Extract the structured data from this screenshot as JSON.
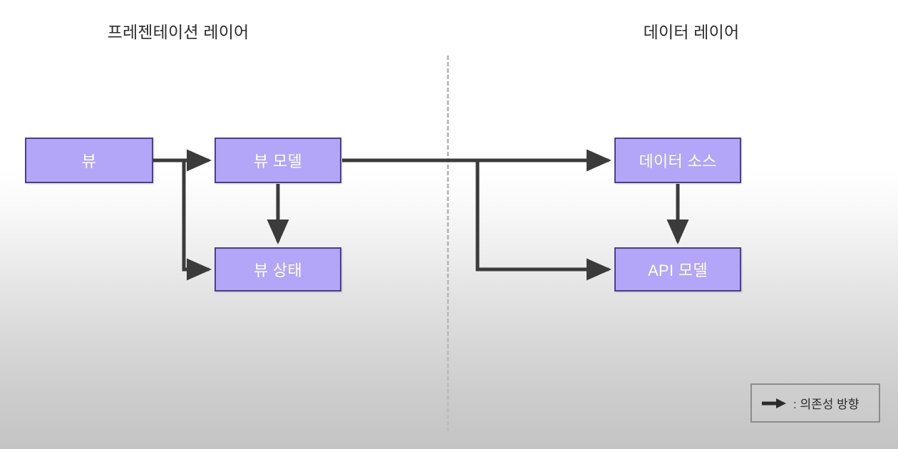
{
  "diagram": {
    "title_presentation": "프레젠테이션 레이어",
    "title_data": "데이터 레이어",
    "colors": {
      "node_fill": "#b3a6f8",
      "node_border": "#4b3f8f",
      "node_text": "#ffffff",
      "edge": "#3b3b3b",
      "divider": "#bdbdbd",
      "legend_border": "#8c8c8c",
      "title_text": "#2b2b2b"
    },
    "nodes": [
      {
        "id": "view",
        "label": "뷰",
        "layer": "presentation"
      },
      {
        "id": "viewmodel",
        "label": "뷰 모델",
        "layer": "presentation"
      },
      {
        "id": "viewstate",
        "label": "뷰 상태",
        "layer": "presentation"
      },
      {
        "id": "datasource",
        "label": "데이터 소스",
        "layer": "data"
      },
      {
        "id": "apimodel",
        "label": "API 모델",
        "layer": "data"
      }
    ],
    "edges": [
      {
        "from": "view",
        "to": "viewmodel",
        "style": "orthogonal",
        "arrow": true
      },
      {
        "from": "view",
        "to": "viewstate",
        "style": "orthogonal",
        "arrow": true
      },
      {
        "from": "viewmodel",
        "to": "viewstate",
        "style": "straight",
        "arrow": true
      },
      {
        "from": "viewmodel",
        "to": "datasource",
        "style": "orthogonal",
        "arrow": true
      },
      {
        "from": "viewmodel",
        "to": "apimodel",
        "style": "orthogonal",
        "arrow": true
      },
      {
        "from": "datasource",
        "to": "apimodel",
        "style": "straight",
        "arrow": true
      }
    ],
    "divider": {
      "orientation": "vertical",
      "style": "dashed"
    },
    "legend": {
      "symbol": "arrow-right-icon",
      "text": ": 의존성 방향"
    }
  }
}
